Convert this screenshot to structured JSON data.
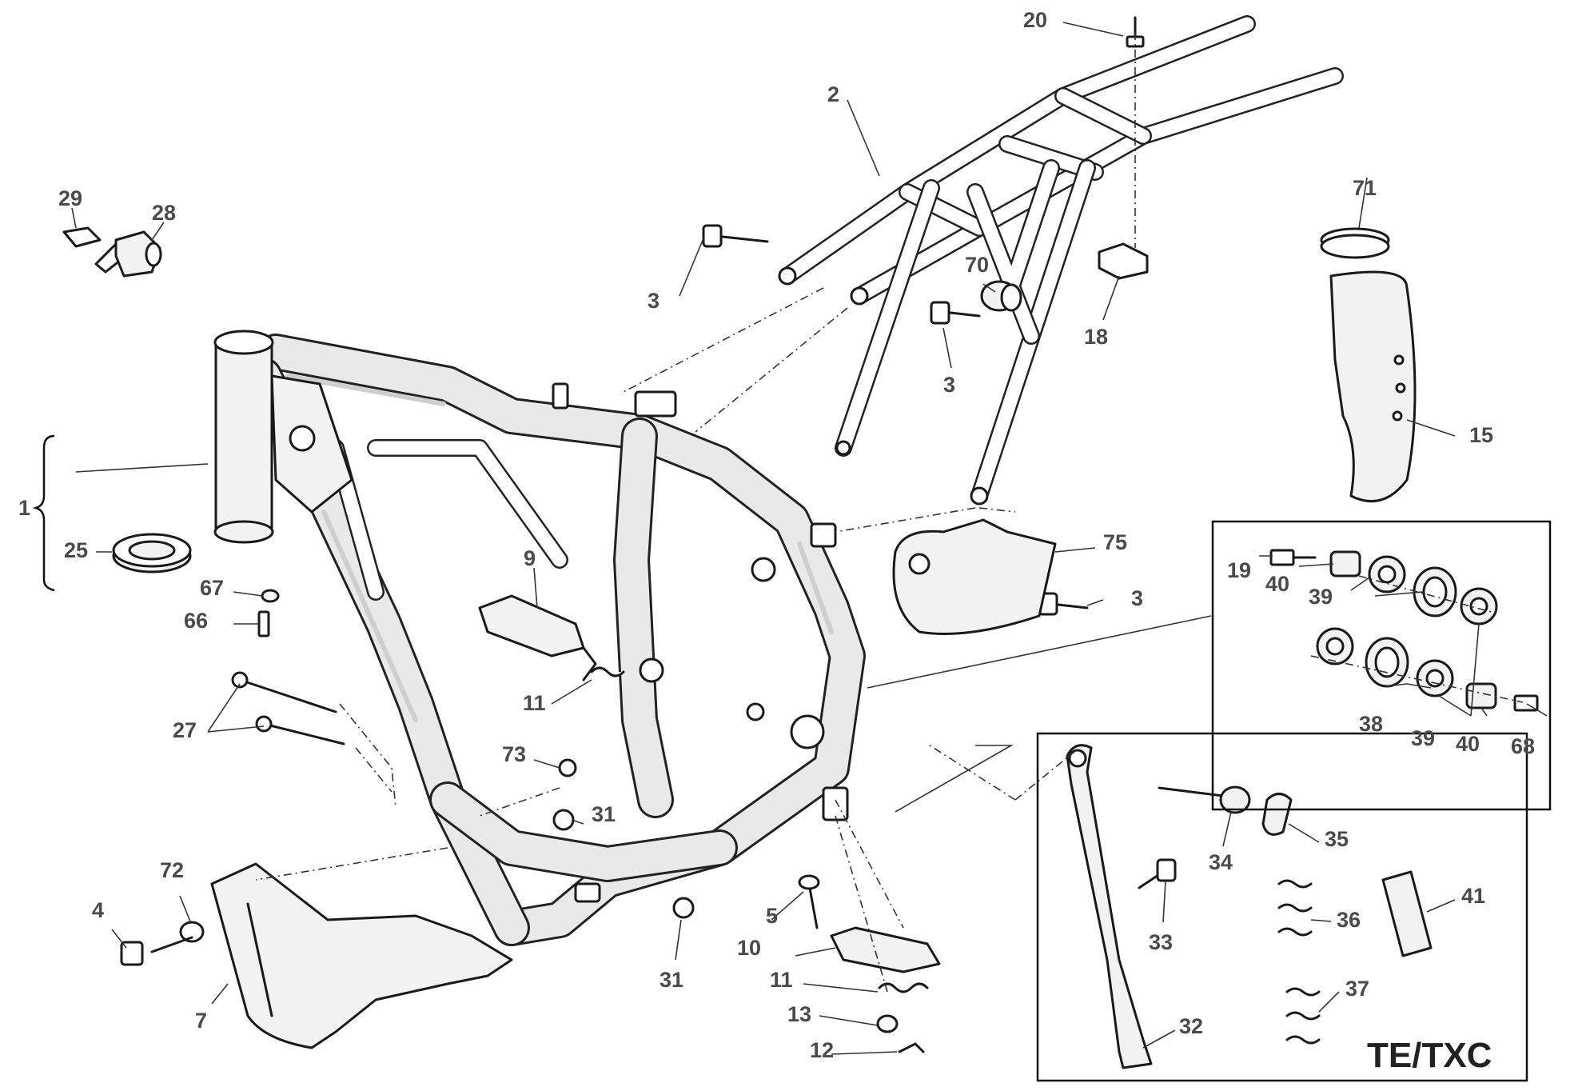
{
  "diagram": {
    "callouts": [
      {
        "id": "c20",
        "text": "20"
      },
      {
        "id": "c2",
        "text": "2"
      },
      {
        "id": "c29",
        "text": "29"
      },
      {
        "id": "c28",
        "text": "28"
      },
      {
        "id": "c71",
        "text": "71"
      },
      {
        "id": "c70",
        "text": "70"
      },
      {
        "id": "c3a",
        "text": "3"
      },
      {
        "id": "c3b",
        "text": "3"
      },
      {
        "id": "c18",
        "text": "18"
      },
      {
        "id": "c15",
        "text": "15"
      },
      {
        "id": "c1",
        "text": "1"
      },
      {
        "id": "c25",
        "text": "25"
      },
      {
        "id": "c67",
        "text": "67"
      },
      {
        "id": "c66",
        "text": "66"
      },
      {
        "id": "c9",
        "text": "9"
      },
      {
        "id": "c75",
        "text": "75"
      },
      {
        "id": "c3c",
        "text": "3"
      },
      {
        "id": "c19",
        "text": "19"
      },
      {
        "id": "c40a",
        "text": "40"
      },
      {
        "id": "c39a",
        "text": "39"
      },
      {
        "id": "c11a",
        "text": "11"
      },
      {
        "id": "c27",
        "text": "27"
      },
      {
        "id": "c73",
        "text": "73"
      },
      {
        "id": "c31a",
        "text": "31"
      },
      {
        "id": "c38",
        "text": "38"
      },
      {
        "id": "c39b",
        "text": "39"
      },
      {
        "id": "c40b",
        "text": "40"
      },
      {
        "id": "c68",
        "text": "68"
      },
      {
        "id": "c72",
        "text": "72"
      },
      {
        "id": "c4",
        "text": "4"
      },
      {
        "id": "c5",
        "text": "5"
      },
      {
        "id": "c10",
        "text": "10"
      },
      {
        "id": "c31b",
        "text": "31"
      },
      {
        "id": "c34",
        "text": "34"
      },
      {
        "id": "c35",
        "text": "35"
      },
      {
        "id": "c33",
        "text": "33"
      },
      {
        "id": "c41",
        "text": "41"
      },
      {
        "id": "c36",
        "text": "36"
      },
      {
        "id": "c11b",
        "text": "11"
      },
      {
        "id": "c13",
        "text": "13"
      },
      {
        "id": "c7",
        "text": "7"
      },
      {
        "id": "c37",
        "text": "37"
      },
      {
        "id": "c12",
        "text": "12"
      },
      {
        "id": "c32",
        "text": "32"
      }
    ],
    "variant_label": "TE/TXC"
  }
}
